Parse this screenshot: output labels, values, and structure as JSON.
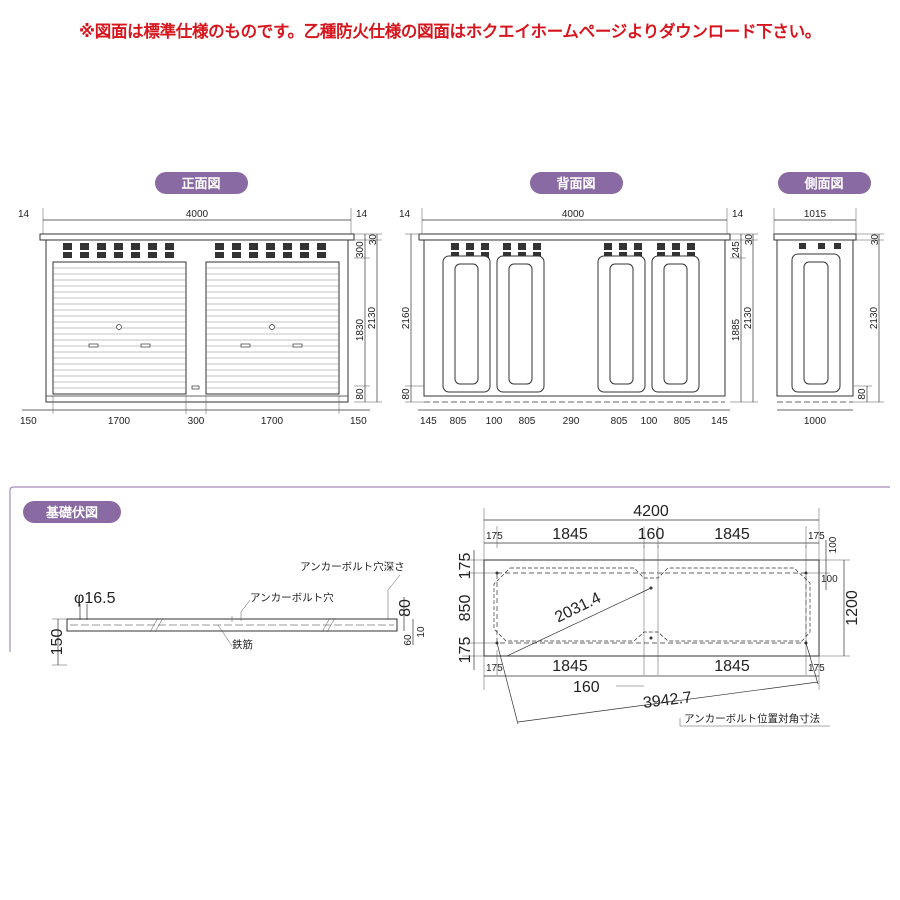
{
  "notice": "※図面は標準仕様のものです。乙種防火仕様の図面はホクエイホームページよりダウンロード下さい。",
  "views": {
    "front": "正面図",
    "back": "背面図",
    "side": "側面図",
    "foundation": "基礎伏図"
  },
  "front_dims": {
    "top_left": "14",
    "top_width": "4000",
    "top_right": "14",
    "right_30": "30",
    "right_300": "300",
    "right_1830": "1830",
    "right_2130": "2130",
    "right_80": "80",
    "bottom": [
      "150",
      "1700",
      "300",
      "1700",
      "150"
    ]
  },
  "back_dims": {
    "top_left": "14",
    "top_width": "4000",
    "top_right": "14",
    "left_2160": "2160",
    "left_80": "80",
    "right_30": "30",
    "right_245": "245",
    "right_1885": "1885",
    "right_2130": "2130",
    "bottom": [
      "145",
      "805",
      "100",
      "805",
      "290",
      "805",
      "100",
      "805",
      "145"
    ]
  },
  "side_dims": {
    "top_width": "1015",
    "right_30": "30",
    "right_2130": "2130",
    "right_80": "80",
    "bottom": "1000"
  },
  "foundation_section": {
    "phi": "φ16.5",
    "anchor_depth": "アンカーボルト穴深さ",
    "anchor_hole": "アンカーボルト穴",
    "rebar": "鉄筋",
    "left_150": "150",
    "right_80": "80",
    "right_60": "60",
    "right_10": "10"
  },
  "foundation_plan": {
    "top_4200": "4200",
    "top_175_l": "175",
    "top_1845_l": "1845",
    "top_160": "160",
    "top_1845_r": "1845",
    "top_175_r": "175",
    "right_100": "100",
    "right_100b": "100",
    "right_1200": "1200",
    "left_175": "175",
    "left_850": "850",
    "left_175b": "175",
    "diag": "2031.4",
    "bottom_175_l": "175",
    "bottom_1845_l": "1845",
    "bottom_1845_r": "1845",
    "bottom_175_r": "175",
    "bottom_160": "160",
    "diag_total": "3942.7",
    "diag_note": "アンカーボルト位置対角寸法"
  }
}
